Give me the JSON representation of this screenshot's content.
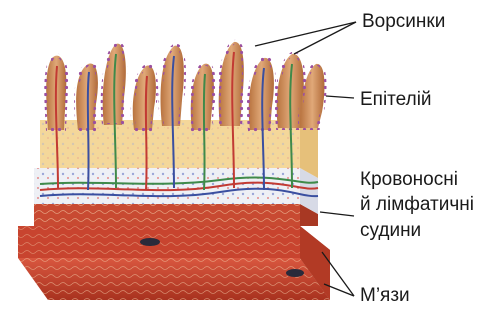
{
  "labels": {
    "villi": "Ворсинки",
    "epithelium": "Епітелій",
    "vessels_line1": "Кровоносні",
    "vessels_line2": "й лімфатичні",
    "vessels_line3": "судини",
    "muscles": "М’язи"
  },
  "colors": {
    "villus_fill": "#cf8f5a",
    "epithelium_dots": "#9b4fa0",
    "mucosa": "#f4d79a",
    "submucosa": "#eef0f5",
    "muscle": "#c8442f",
    "artery": "#c23a33",
    "vein": "#3a4fa0",
    "lymph": "#3f8a4a"
  }
}
